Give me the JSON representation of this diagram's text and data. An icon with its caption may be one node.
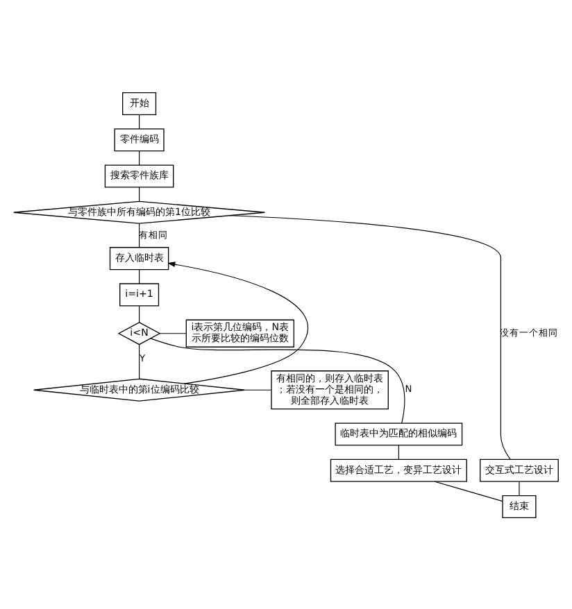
{
  "diagram": {
    "nodes": [
      {
        "text": [
          "开始"
        ]
      },
      {
        "text": [
          "零件编码"
        ]
      },
      {
        "text": [
          "搜索零件族库"
        ]
      },
      {
        "text": [
          "与零件族中所有编码的第1位比较"
        ]
      },
      {
        "text": [
          "存入临时表"
        ]
      },
      {
        "text": [
          "i=i+1"
        ]
      },
      {
        "text": [
          "i<N"
        ]
      },
      {
        "text": [
          "与临时表中的第i位编码比较"
        ]
      },
      {
        "text": [
          "临时表中为匹配的相似编码"
        ]
      },
      {
        "text": [
          "选择合适工艺，变异工艺设计"
        ]
      },
      {
        "text": [
          "交互式工艺设计"
        ]
      },
      {
        "text": [
          "结束"
        ]
      },
      {
        "text": [
          "i表示第几位编码，N表示所要比较的编码位数"
        ]
      },
      {
        "text": [
          "有相同的，则存入临时表；若没有一个是相同的，则全部存入临时表"
        ]
      }
    ],
    "edges": [
      {
        "from": 0,
        "to": 1,
        "arrow": "none"
      },
      {
        "from": 1,
        "to": 2,
        "arrow": "none"
      },
      {
        "from": 2,
        "to": 3,
        "arrow": "none"
      },
      {
        "from": 3,
        "to": 4,
        "arrow": "none",
        "label": "有相同"
      },
      {
        "from": 3,
        "to": 10,
        "arrow": "none",
        "label": "没有一个相同"
      },
      {
        "from": 4,
        "to": 5,
        "arrow": "none"
      },
      {
        "from": 5,
        "to": 6,
        "arrow": "none"
      },
      {
        "from": 6,
        "to": 7,
        "arrow": "none",
        "label": "Y"
      },
      {
        "from": 6,
        "to": 8,
        "arrow": "none",
        "label": "N"
      },
      {
        "from": 7,
        "to": 4,
        "arrow": "to"
      },
      {
        "from": 6,
        "to": 12,
        "arrow": "none"
      },
      {
        "from": 7,
        "to": 13,
        "arrow": "none"
      },
      {
        "from": 8,
        "to": 9,
        "arrow": "none"
      },
      {
        "from": 9,
        "to": 11,
        "arrow": "none"
      },
      {
        "from": 10,
        "to": 11,
        "arrow": "none"
      }
    ]
  }
}
